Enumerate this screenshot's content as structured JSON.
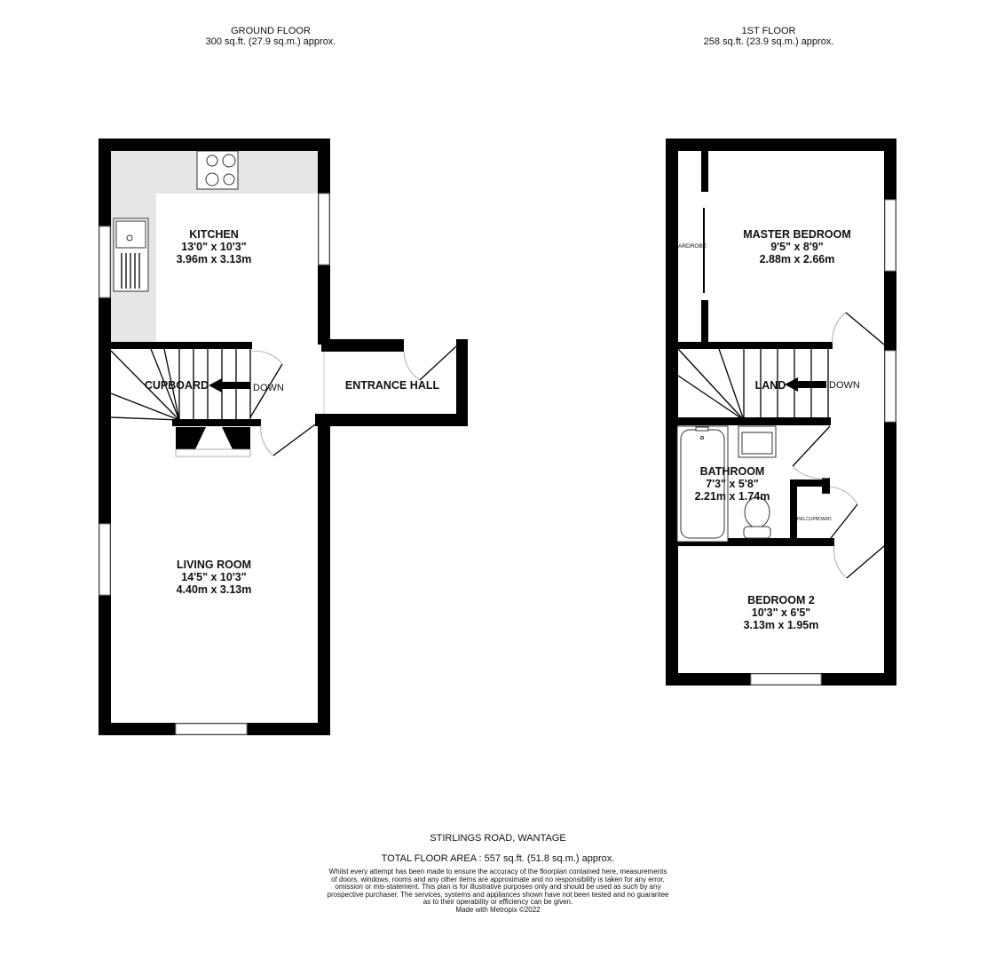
{
  "ground_floor": {
    "title": "GROUND FLOOR",
    "area": "300 sq.ft. (27.9 sq.m.) approx.",
    "rooms": [
      {
        "name": "KITCHEN",
        "imperial": "13'0\"  x 10'3\"",
        "metric": "3.96m  x 3.13m"
      },
      {
        "name": "LIVING ROOM",
        "imperial": "14'5\"  x 10'3\"",
        "metric": "4.40m  x 3.13m"
      }
    ],
    "cupboard": "CUPBOARD",
    "entrance_hall": "ENTRANCE HALL",
    "stairs_label": "DOWN"
  },
  "first_floor": {
    "title": "1ST FLOOR",
    "area": "258 sq.ft. (23.9 sq.m.) approx.",
    "rooms": [
      {
        "name": "MASTER BEDROOM",
        "imperial": "9'5\"  x 8'9\"",
        "metric": "2.88m  x 2.66m"
      },
      {
        "name": "BATHROOM",
        "imperial": "7'3\"  x 5'8\"",
        "metric": "2.21m  x 1.74m"
      },
      {
        "name": "BEDROOM 2",
        "imperial": "10'3\"  x 6'5\"",
        "metric": "3.13m  x 1.95m"
      }
    ],
    "wardrobe": "ARDROBE",
    "landing": "LAND",
    "airing_cupboard": "ING CUPBOARD",
    "stairs_label": "DOWN"
  },
  "footer": {
    "address": "STIRLINGS ROAD, WANTAGE",
    "total_area": "TOTAL FLOOR AREA : 557 sq.ft. (51.8 sq.m.) approx.",
    "disclaimer": [
      "Whilst every attempt has been made to ensure the accuracy of the floorplan contained here, measurements",
      "of doors, windows, rooms and any other items are approximate and no responsibility is taken for any error,",
      "omission or mis-statement. This plan is for illustrative purposes only and should be used as such by any",
      "prospective purchaser. The services, systems and appliances shown have not been tested and no guarantee",
      "as to their operability or efficiency can be given."
    ],
    "credit": "Made with Metropix ©2022"
  },
  "colors": {
    "wall": "#000000",
    "counter": "#e6e6e6"
  }
}
